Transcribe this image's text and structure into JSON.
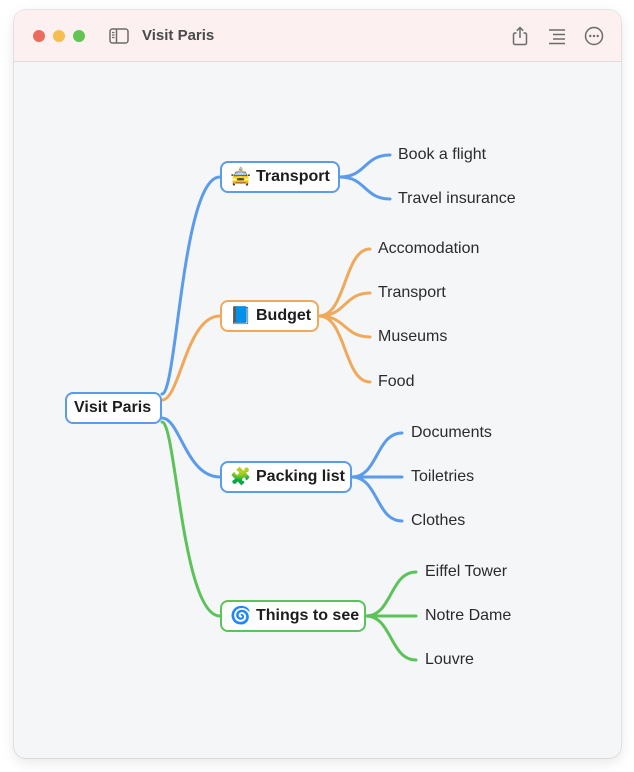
{
  "window": {
    "title": "Visit Paris"
  },
  "toolbar": {
    "icons": [
      "sidebar-icon",
      "share-icon",
      "outline-icon",
      "more-icon"
    ]
  },
  "colors": {
    "blue": "#5b9bec",
    "orange": "#f0a95a",
    "green": "#5cc25a"
  },
  "mindmap": {
    "root": "Visit Paris",
    "branches": [
      {
        "label": "Transport",
        "emoji": "🚖",
        "color": "blue",
        "children": [
          "Book a flight",
          "Travel insurance"
        ]
      },
      {
        "label": "Budget",
        "emoji": "📘",
        "color": "orange",
        "children": [
          "Accomodation",
          "Transport",
          "Museums",
          "Food"
        ]
      },
      {
        "label": "Packing list",
        "emoji": "🧩",
        "color": "blue",
        "children": [
          "Documents",
          "Toiletries",
          "Clothes"
        ]
      },
      {
        "label": "Things to see",
        "emoji": "🌀",
        "color": "green",
        "children": [
          "Eiffel Tower",
          "Notre Dame",
          "Louvre"
        ]
      }
    ]
  }
}
